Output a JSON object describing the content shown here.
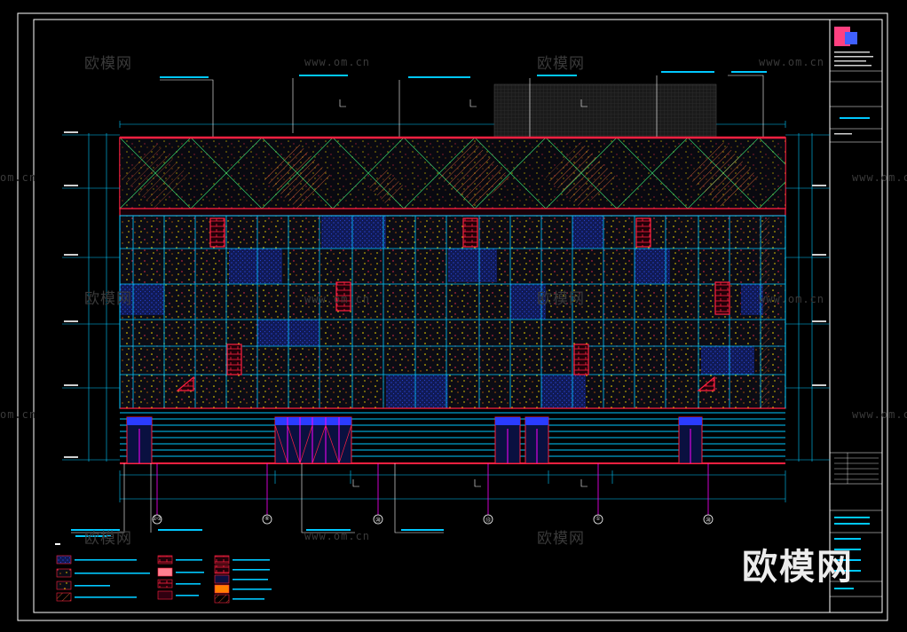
{
  "watermarks": {
    "brand": "欧模网",
    "url": "www.om.cn",
    "url_partial": "om.cn"
  },
  "corner_logo_text": "欧模网",
  "grid_axis_labels": [
    "①②",
    "⑥",
    "⑳",
    "⑬",
    "①",
    "⑳"
  ],
  "colors": {
    "background": "#000000",
    "frame": "#ffffff",
    "cad_cyan": "#00c8ff",
    "cad_red": "#ff2040",
    "cad_magenta": "#ff00ff",
    "cad_yellow": "#ffe000",
    "cad_blue": "#2a3cff",
    "cad_green": "#40ff40"
  }
}
